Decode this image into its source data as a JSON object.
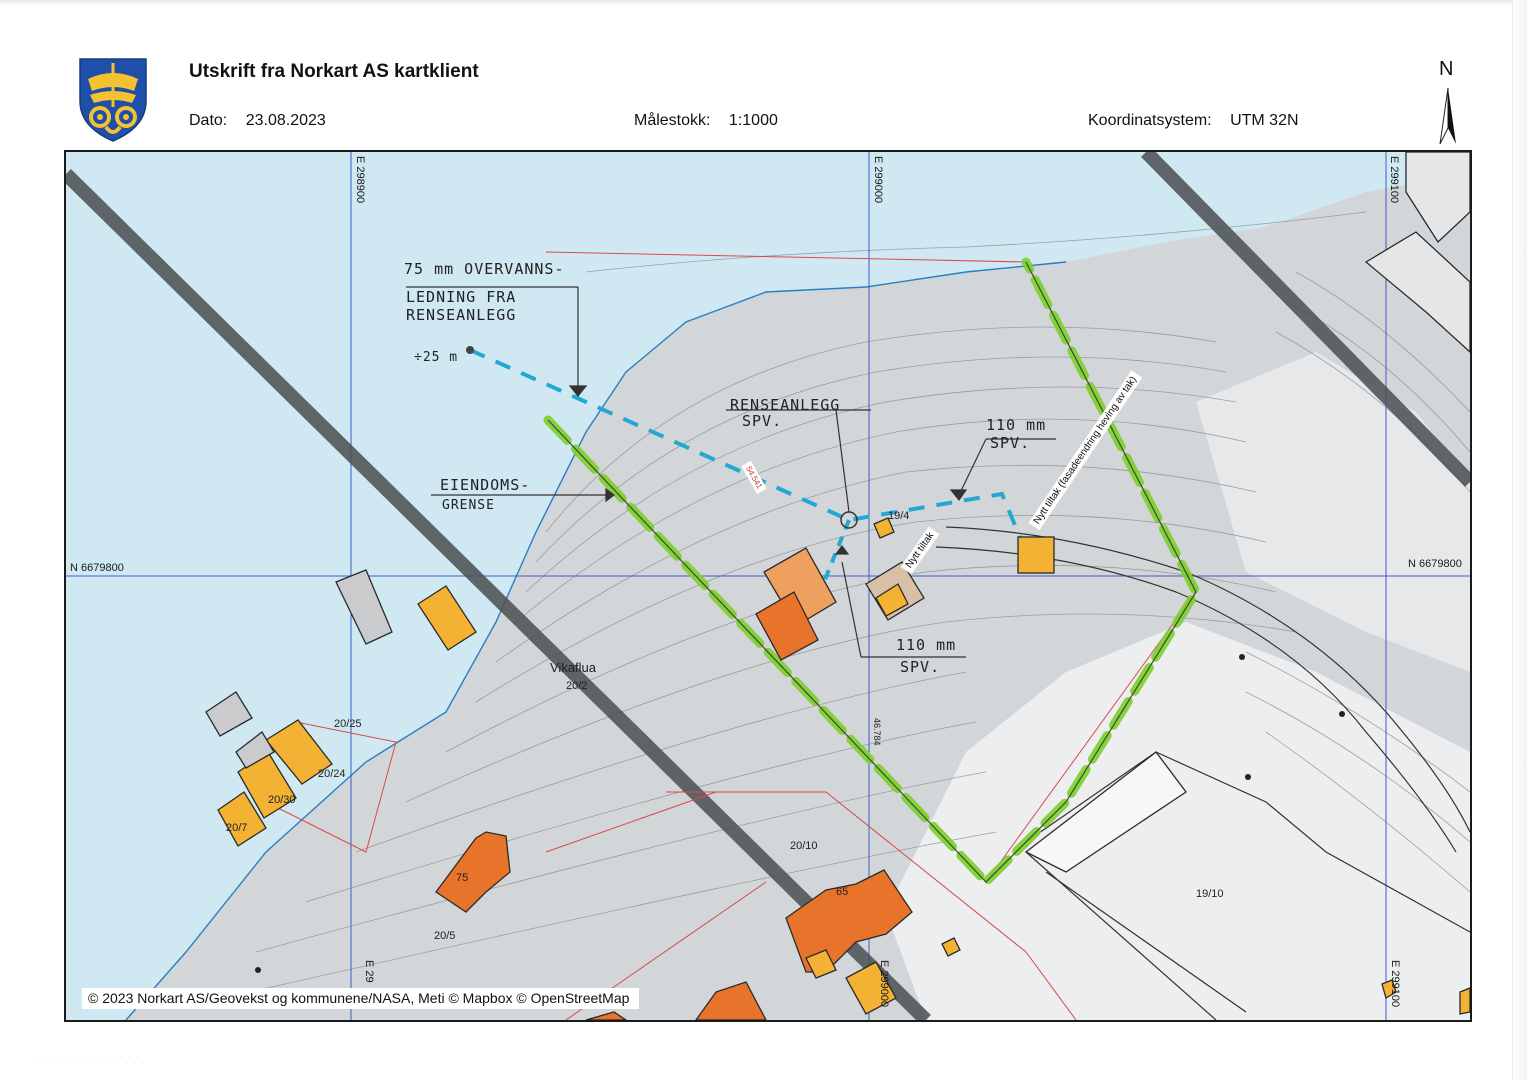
{
  "header": {
    "title": "Utskrift fra Norkart AS kartklient",
    "date_label": "Dato:",
    "date_value": "23.08.2023",
    "scale_label": "Målestokk:",
    "scale_value": "1:1000",
    "crs_label": "Koordinatsystem:",
    "crs_value": "UTM 32N",
    "north_arrow_letter": "N",
    "crest_icon": "municipal-coat-of-arms-icon"
  },
  "map": {
    "grid_labels": {
      "e_298900": "E 298900",
      "e_299000": "E 299000",
      "e_299100": "E 299100",
      "e_bottom_left": "E 29",
      "e_bottom_mid": "E 299000",
      "e_bottom_right": "E 299100",
      "n_left": "N 6679800",
      "n_right": "N 6679800"
    },
    "place_name": "Vikaflua",
    "parcels": [
      "20/2",
      "19/4",
      "20/25",
      "20/24",
      "20/30",
      "20/7",
      "20/10",
      "20/5",
      "19/10"
    ],
    "house_numbers": [
      "75",
      "65"
    ],
    "elevation_label": "46.784",
    "small_tag": "54.541",
    "project_labels": {
      "new_measure": "Nytt tiltak",
      "new_measure_facade": "Nytt tiltak (fasadeendring heving av tak)"
    },
    "annotations": {
      "overflow_line_1": "75 mm OVERVANNS-",
      "overflow_line_2": "LEDNING FRA",
      "overflow_line_3": "RENSEANLEGG",
      "depth": "÷25 m",
      "treatment_1": "RENSEANLEGG",
      "treatment_2": "SPV.",
      "pipe_110_top_1": "110 mm",
      "pipe_110_top_2": "SPV.",
      "boundary_1": "EIENDOMS-",
      "boundary_2": "GRENSE",
      "pipe_110_bottom_1": "110 mm",
      "pipe_110_bottom_2": "SPV."
    },
    "attribution": "© 2023 Norkart AS/Geovekst og kommunene/NASA, Meti © Mapbox © OpenStreetMap",
    "colors": {
      "water": "#cfe8f2",
      "land": "#d6d8da",
      "contour": "#8a8e92",
      "grid": "#3a5fc8",
      "building_yellow": "#f3b234",
      "building_orange": "#e8732a",
      "building_light_orange": "#eea05e",
      "boundary_green": "#7ccf2b",
      "pipe_cyan": "#23a8d2",
      "parcel_red": "#d84a4a",
      "power_line": "#4a4f52"
    }
  }
}
